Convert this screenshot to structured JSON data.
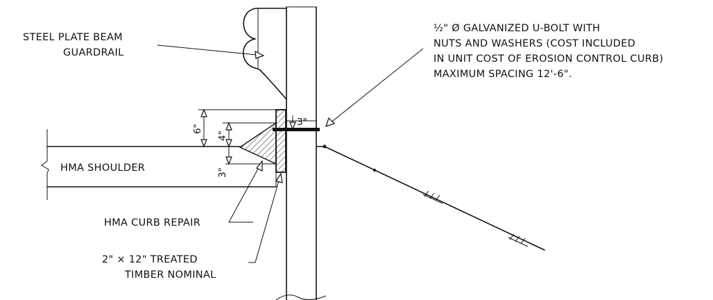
{
  "labels": {
    "guardrail_line1": "STEEL PLATE BEAM",
    "guardrail_line2": "GUARDRAIL",
    "ubolt_line1": "½\" Ø GALVANIZED U-BOLT WITH",
    "ubolt_line2": "NUTS AND WASHERS (COST INCLUDED",
    "ubolt_line3": "IN UNIT COST OF EROSION CONTROL CURB)",
    "ubolt_line4": "MAXIMUM SPACING 12'-6\".",
    "shoulder": "HMA SHOULDER",
    "curb_repair": "HMA CURB REPAIR",
    "timber_line1": "2\" × 12\" TREATED",
    "timber_line2": "TIMBER NOMINAL"
  },
  "dimensions": {
    "bolt_offset": "3\"",
    "curb_height": "6\"",
    "bolt_height": "4\"",
    "lower_depth": "3\""
  }
}
